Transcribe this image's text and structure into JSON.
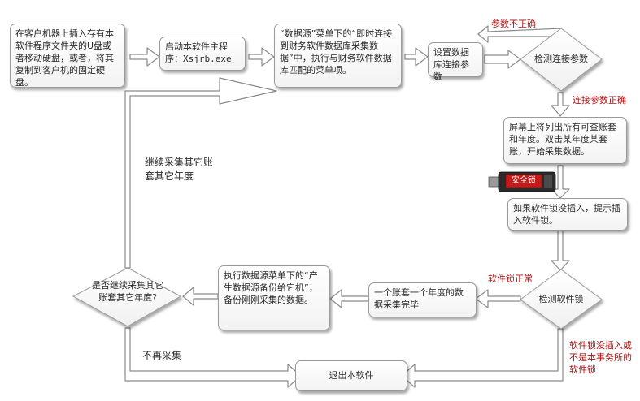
{
  "nodes": {
    "insert_disk": "在客户机器上插入存有本软件程序文件夹的U盘或者移动硬盘，或者，将其复制到客户机的固定硬盘。",
    "launch_program": "启动本软件主程序：",
    "launch_program_exe": "Xsjrb.exe",
    "connect_db": "“数据源”菜单下的“即时连接到财务软件数据库采集数据”中，执行与财务软件数据库匹配的菜单项。",
    "set_params": "设置数据库连接参数",
    "check_params": "检测连接参数",
    "list_accounts": "屏幕上将列出所有可查账套和年度。双击某年度某套账，开始采集数据。",
    "insert_dongle": "如果软件锁没插入，提示插入软件锁。",
    "check_dongle": "检测软件锁",
    "collect_done": "一个账套一个年度的数据采集完毕",
    "backup": "执行数据源菜单下的“产生数据源备份给它机”，备份刚刚采集的数据。",
    "continue_q": "是否继续采集其它账套其它年度?",
    "exit": "退出本软件"
  },
  "labels": {
    "params_wrong": "参数不正确",
    "params_ok": "连接参数正确",
    "dongle_ok": "软件锁正常",
    "dongle_missing": "软件锁没插入或不是本事务所的软件锁",
    "continue_collect": "继续采集其它账套其它年度",
    "stop_collect": "不再采集"
  },
  "dongle_icon_text": "安全锁",
  "colors": {
    "label_red": "#b01010",
    "arrow_fill": "#ffffff",
    "arrow_stroke": "#8a8a8a",
    "dongle_red": "#c41a1a"
  }
}
